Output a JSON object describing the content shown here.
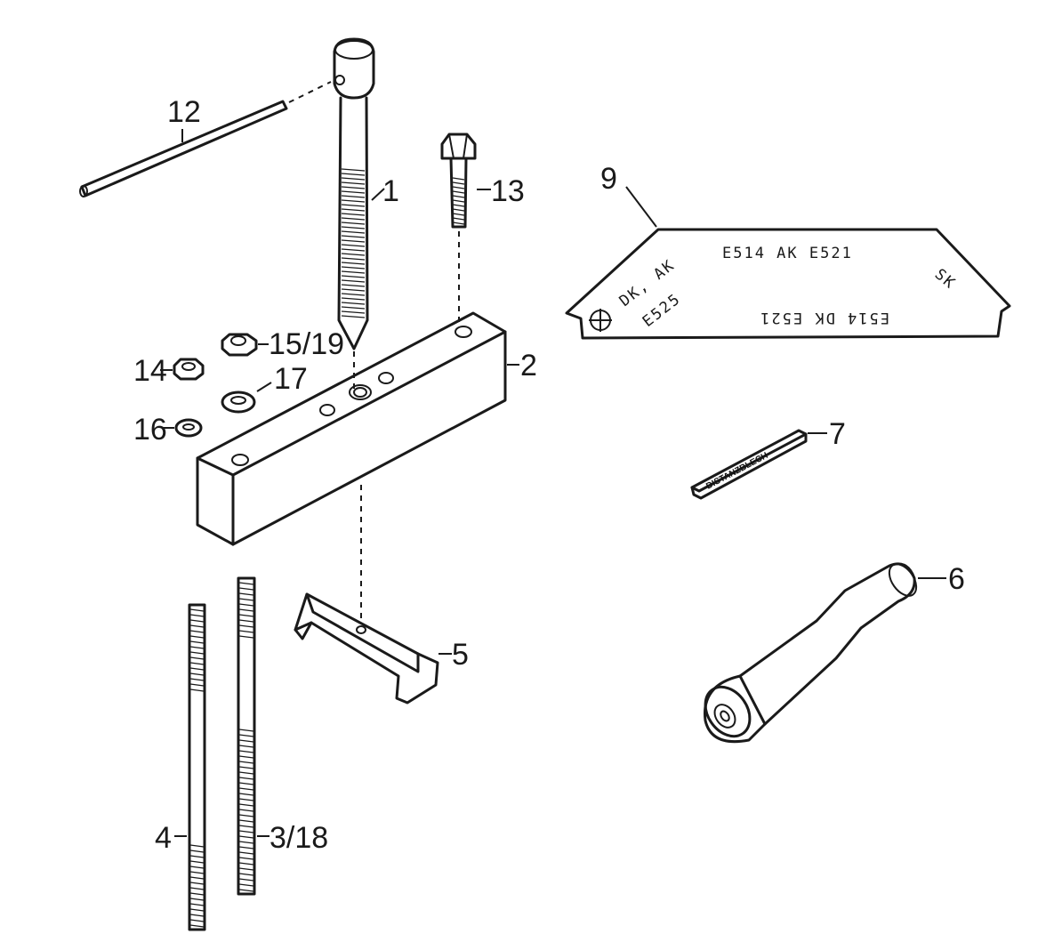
{
  "labels": {
    "l1": "1",
    "l2": "2",
    "l3": "3/18",
    "l4": "4",
    "l5": "5",
    "l6": "6",
    "l7": "7",
    "l9": "9",
    "l12": "12",
    "l13": "13",
    "l14": "14",
    "l15": "15/19",
    "l16": "16",
    "l17": "17"
  },
  "gauge_plate": {
    "left_line1": "DK, AK",
    "left_line2": "E525",
    "top_text": "E514  AK  E521",
    "bottom_text": "E514  DK  E521",
    "right_text": "SK"
  },
  "spacer_tag": "DISTANZBLECH"
}
